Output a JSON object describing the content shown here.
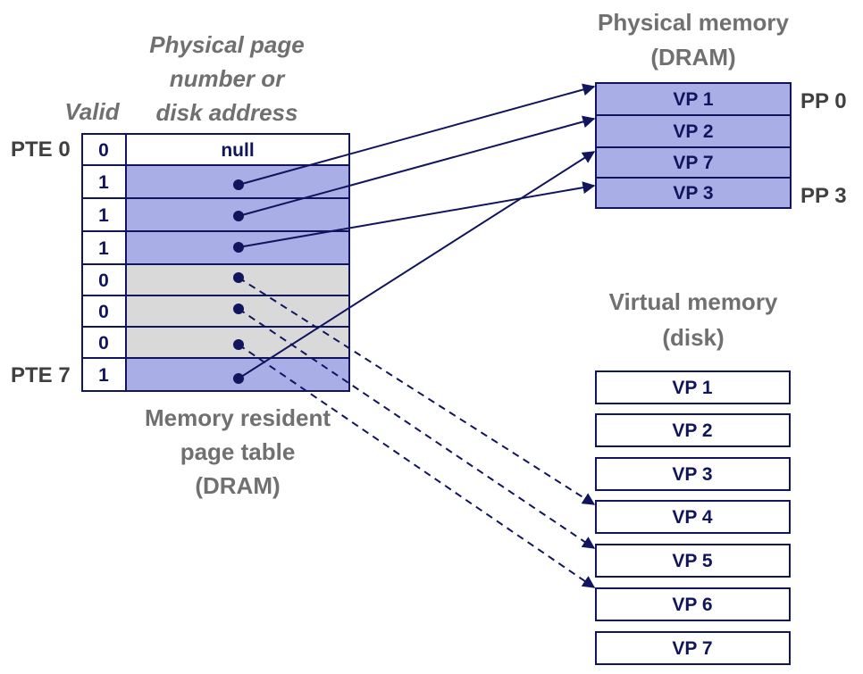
{
  "page_table": {
    "header_valid": "Valid",
    "header_ppn": [
      "Physical page",
      "number or",
      "disk address"
    ],
    "pte_first_label": "PTE 0",
    "pte_last_label": "PTE 7",
    "null_text": "null",
    "valid_bits": [
      "0",
      "1",
      "1",
      "1",
      "0",
      "0",
      "0",
      "1"
    ],
    "caption": [
      "Memory resident",
      "page table",
      "(DRAM)"
    ]
  },
  "physical_memory": {
    "title": [
      "Physical memory",
      "(DRAM)"
    ],
    "pages": [
      "VP 1",
      "VP 2",
      "VP 7",
      "VP 3"
    ],
    "pp0_label": "PP 0",
    "pp3_label": "PP 3"
  },
  "virtual_memory": {
    "title": [
      "Virtual memory",
      "(disk)"
    ],
    "pages": [
      "VP 1",
      "VP 2",
      "VP 3",
      "VP 4",
      "VP 5",
      "VP 6",
      "VP 7"
    ]
  },
  "colors": {
    "resident_fill": "#aaaee6",
    "on_disk_fill": "#d9d9d9",
    "border": "#11155e",
    "label_gray": "#707070"
  }
}
